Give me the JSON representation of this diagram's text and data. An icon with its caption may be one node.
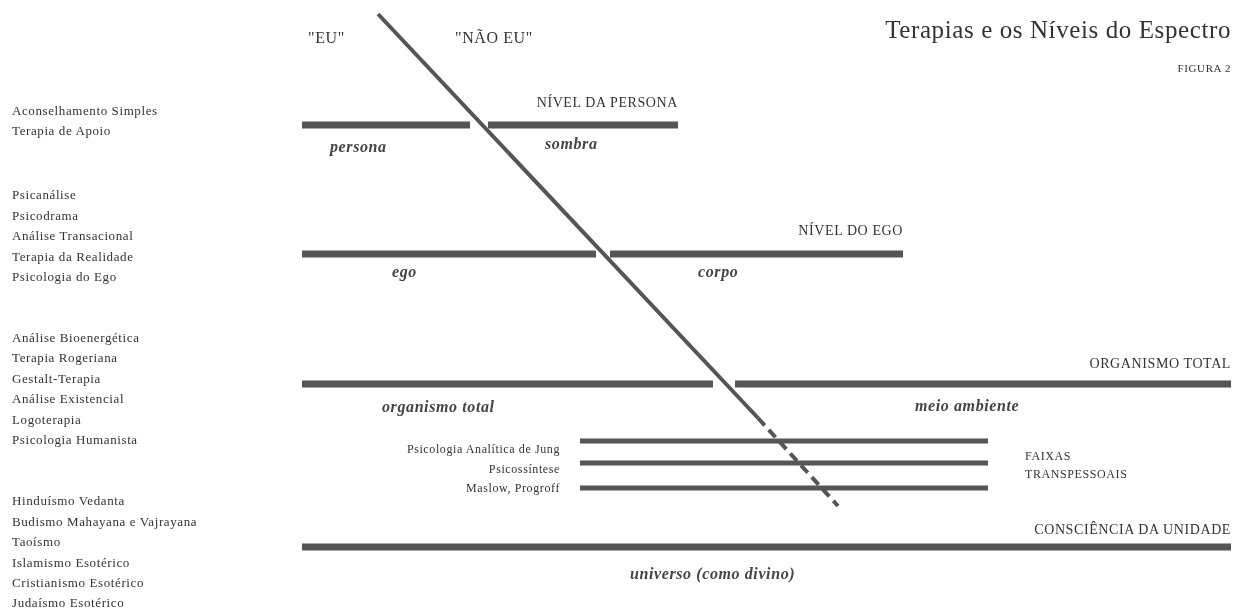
{
  "diagram": {
    "title": "Terapias e os Níveis do Espectro",
    "labels": [
      "\"EU\"",
      "\"NÃO EU\"",
      "FIGURA 2",
      "Aconselhamento Simples",
      "Terapia de Apoio",
      "NÍVEL DA PERSONA",
      "persona",
      "sombra",
      "Psicanálise",
      "Psicodrama",
      "Análise Transacional",
      "NÍVEL DO EGO",
      "Terapia da Realidade",
      "Psicologia do Ego",
      "ego",
      "corpo",
      "Análise Bioenergética",
      "Terapia Rogeriana",
      "ORGANISMO TOTAL",
      "Gestalt-Terapia",
      "Análise Existencial",
      "organismo total",
      "meio ambiente",
      "Logoterapia",
      "Psicologia Humanista",
      "Psicologia Analítica de Jung",
      "FAIXAS TRANSPESSOAIS",
      "Psicossíntese",
      "Maslow, Progroff",
      "Hinduísmo Vedanta",
      "Budismo Mahayana e Vajrayana",
      "CONSCIÊNCIA DA UNIDADE",
      "Taoísmo",
      "Islamismo Esotérico",
      "universo (como divino)",
      "Cristianismo Esotérico",
      "Judaísmo Esotérico"
    ]
  }
}
